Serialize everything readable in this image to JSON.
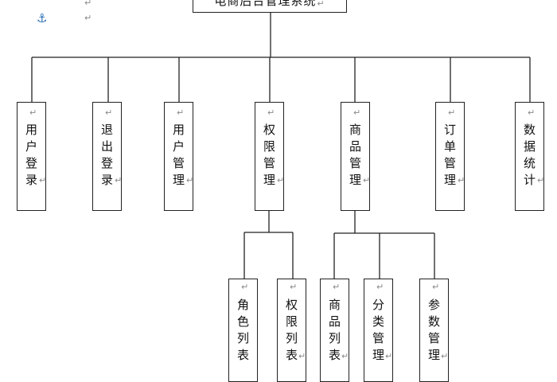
{
  "root": {
    "label": "电商后台管理系统",
    "mark": "↵"
  },
  "top_marks": [
    "↵",
    "↵"
  ],
  "anchor_icon": "⚓",
  "level1": [
    {
      "id": "login",
      "label": "用户登录",
      "mark": "↵"
    },
    {
      "id": "logout",
      "label": "退出登录",
      "mark": "↵"
    },
    {
      "id": "user",
      "label": "用户管理",
      "mark": "↵"
    },
    {
      "id": "perm",
      "label": "权限管理",
      "mark": "↵"
    },
    {
      "id": "goods",
      "label": "商品管理",
      "mark": "↵"
    },
    {
      "id": "order",
      "label": "订单管理",
      "mark": "↵"
    },
    {
      "id": "stats",
      "label": "数据统计",
      "mark": "↵"
    }
  ],
  "level2": [
    {
      "id": "roles",
      "label": "角色列表",
      "mark": "↵"
    },
    {
      "id": "rights",
      "label": "权限列表",
      "mark": "↵"
    },
    {
      "id": "goodslist",
      "label": "商品列表",
      "mark": "↵"
    },
    {
      "id": "category",
      "label": "分类管理",
      "mark": "↵"
    },
    {
      "id": "params",
      "label": "参数管理",
      "mark": "↵"
    }
  ]
}
